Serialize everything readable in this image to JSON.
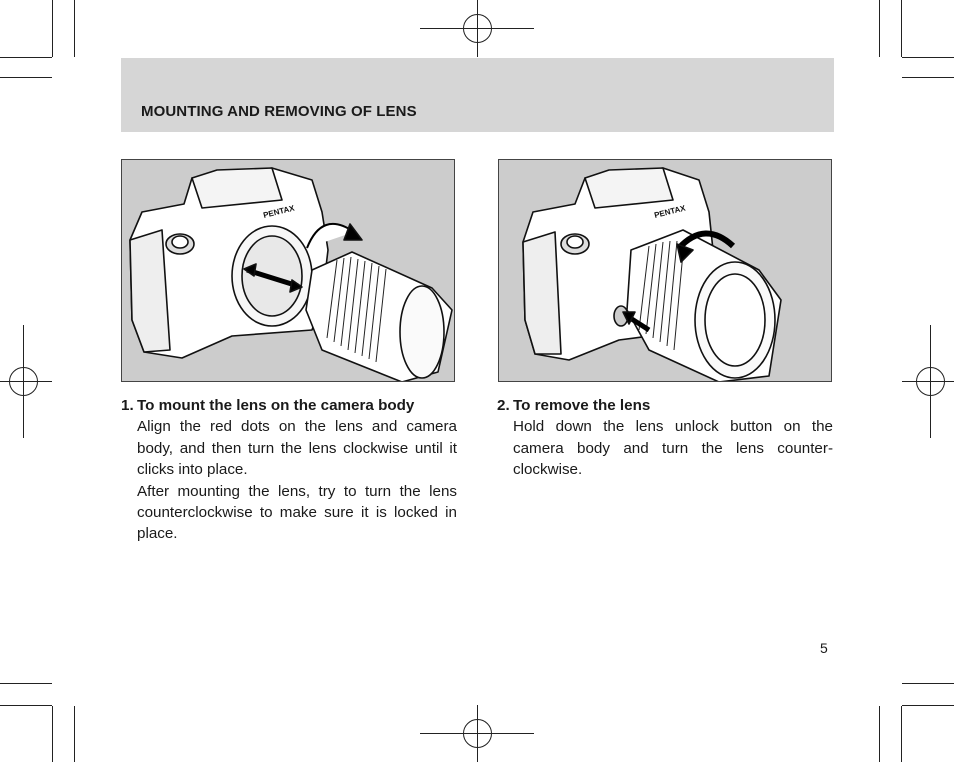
{
  "header": {
    "title": "MOUNTING AND REMOVING OF LENS"
  },
  "figures": [
    {
      "brand_text": "PENTAX"
    },
    {
      "brand_text": "PENTAX"
    }
  ],
  "steps": [
    {
      "number": "1.",
      "title": "To mount the lens on the camera body",
      "paragraphs": [
        "Align the red dots on the lens and camera body, and then turn the lens clockwise until it clicks into place.",
        "After mounting the lens, try to turn the lens counterclockwise to make sure it is locked in place."
      ]
    },
    {
      "number": "2.",
      "title": "To remove the lens",
      "paragraphs": [
        "Hold down the lens unlock button on the camera body and turn the lens counter-clockwise."
      ]
    }
  ],
  "page_number": "5"
}
